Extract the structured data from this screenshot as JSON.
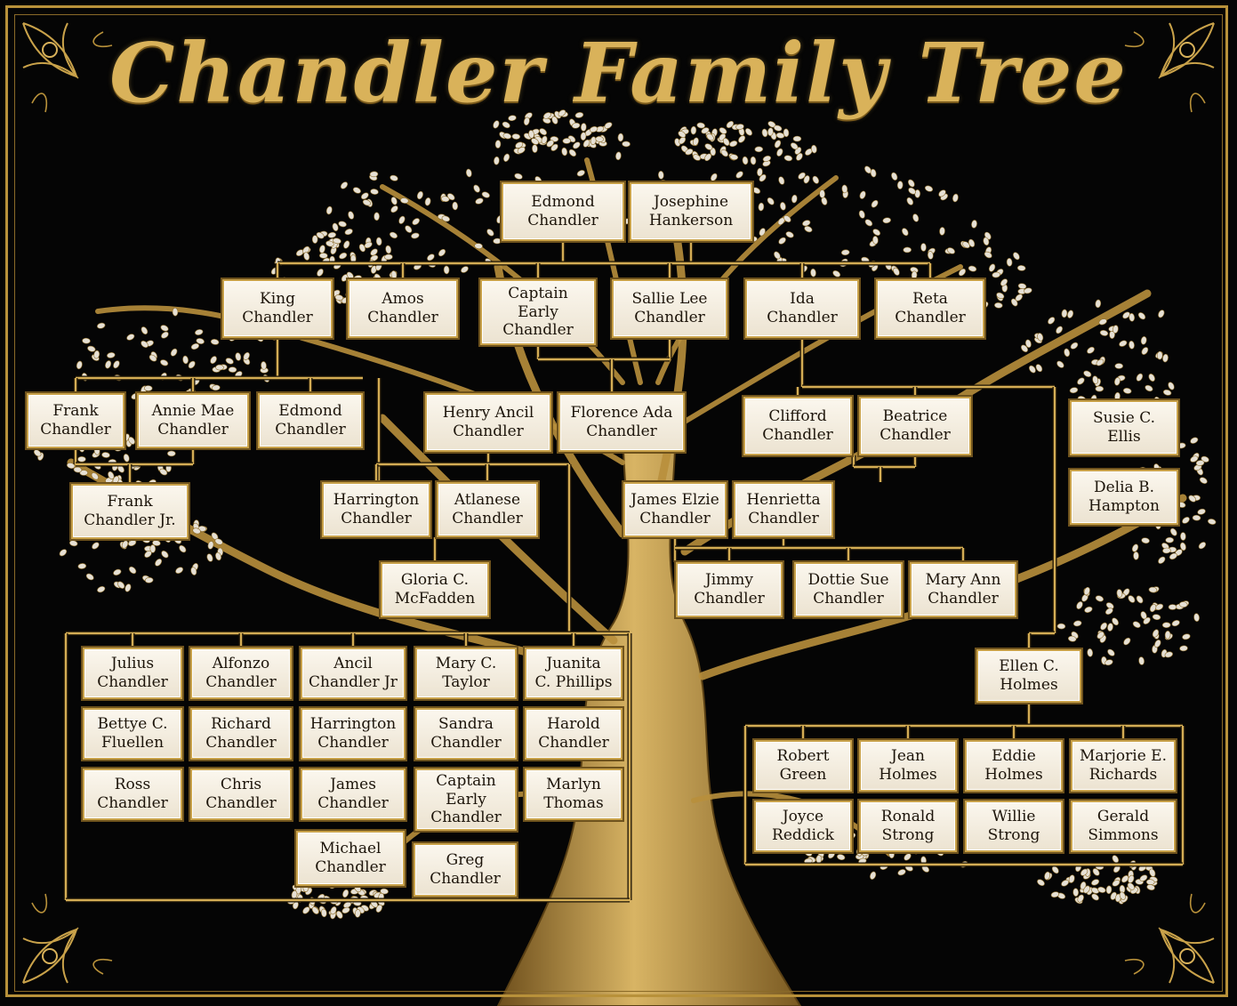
{
  "title": "Chandler Family Tree",
  "colors": {
    "background": "#050505",
    "gold": "#c9a24a",
    "card": "#f4eee1",
    "text": "#1c140a",
    "trunk": "#b88f3c",
    "leaf": "#e6e0d4"
  },
  "people": [
    {
      "id": "p1",
      "label": "Edmond\nChandler"
    },
    {
      "id": "p2",
      "label": "Josephine\nHankerson"
    },
    {
      "id": "p3",
      "label": "King\nChandler"
    },
    {
      "id": "p4",
      "label": "Amos\nChandler"
    },
    {
      "id": "p5",
      "label": "Captain\nEarly\nChandler"
    },
    {
      "id": "p6",
      "label": "Sallie Lee\nChandler"
    },
    {
      "id": "p7",
      "label": "Ida\nChandler"
    },
    {
      "id": "p8",
      "label": "Reta\nChandler"
    },
    {
      "id": "p9",
      "label": "Frank\nChandler"
    },
    {
      "id": "p10",
      "label": "Annie Mae\nChandler"
    },
    {
      "id": "p11",
      "label": "Edmond\nChandler"
    },
    {
      "id": "p12",
      "label": "Henry Ancil\nChandler"
    },
    {
      "id": "p13",
      "label": "Florence Ada\nChandler"
    },
    {
      "id": "p14",
      "label": "Clifford\nChandler"
    },
    {
      "id": "p15",
      "label": "Beatrice\nChandler"
    },
    {
      "id": "p16",
      "label": "Susie C.\nEllis"
    },
    {
      "id": "p17",
      "label": "Frank\nChandler Jr."
    },
    {
      "id": "p18",
      "label": "Harrington\nChandler"
    },
    {
      "id": "p19",
      "label": "Atlanese\nChandler"
    },
    {
      "id": "p20",
      "label": "James Elzie\nChandler"
    },
    {
      "id": "p21",
      "label": "Henrietta\nChandler"
    },
    {
      "id": "p22",
      "label": "Delia B.\nHampton"
    },
    {
      "id": "p23",
      "label": "Gloria C.\nMcFadden"
    },
    {
      "id": "p24",
      "label": "Jimmy\nChandler"
    },
    {
      "id": "p25",
      "label": "Dottie Sue\nChandler"
    },
    {
      "id": "p26",
      "label": "Mary Ann\nChandler"
    },
    {
      "id": "p27",
      "label": "Julius\nChandler"
    },
    {
      "id": "p28",
      "label": "Alfonzo\nChandler"
    },
    {
      "id": "p29",
      "label": "Ancil\nChandler Jr"
    },
    {
      "id": "p30",
      "label": "Mary C.\nTaylor"
    },
    {
      "id": "p31",
      "label": "Juanita\nC. Phillips"
    },
    {
      "id": "p32",
      "label": "Ellen C.\nHolmes"
    },
    {
      "id": "p33",
      "label": "Bettye C.\nFluellen"
    },
    {
      "id": "p34",
      "label": "Richard\nChandler"
    },
    {
      "id": "p35",
      "label": "Harrington\nChandler"
    },
    {
      "id": "p36",
      "label": "Sandra\nChandler"
    },
    {
      "id": "p37",
      "label": "Harold\nChandler"
    },
    {
      "id": "p38",
      "label": "Robert\nGreen"
    },
    {
      "id": "p39",
      "label": "Jean\nHolmes"
    },
    {
      "id": "p40",
      "label": "Eddie\nHolmes"
    },
    {
      "id": "p41",
      "label": "Marjorie E.\nRichards"
    },
    {
      "id": "p42",
      "label": "Ross\nChandler"
    },
    {
      "id": "p43",
      "label": "Chris\nChandler"
    },
    {
      "id": "p44",
      "label": "James\nChandler"
    },
    {
      "id": "p45",
      "label": "Captain\nEarly\nChandler"
    },
    {
      "id": "p46",
      "label": "Marlyn\nThomas"
    },
    {
      "id": "p47",
      "label": "Joyce\nReddick"
    },
    {
      "id": "p48",
      "label": "Ronald\nStrong"
    },
    {
      "id": "p49",
      "label": "Willie\nStrong"
    },
    {
      "id": "p50",
      "label": "Gerald\nSimmons"
    },
    {
      "id": "p51",
      "label": "Michael\nChandler"
    },
    {
      "id": "p52",
      "label": "Greg\nChandler"
    }
  ]
}
